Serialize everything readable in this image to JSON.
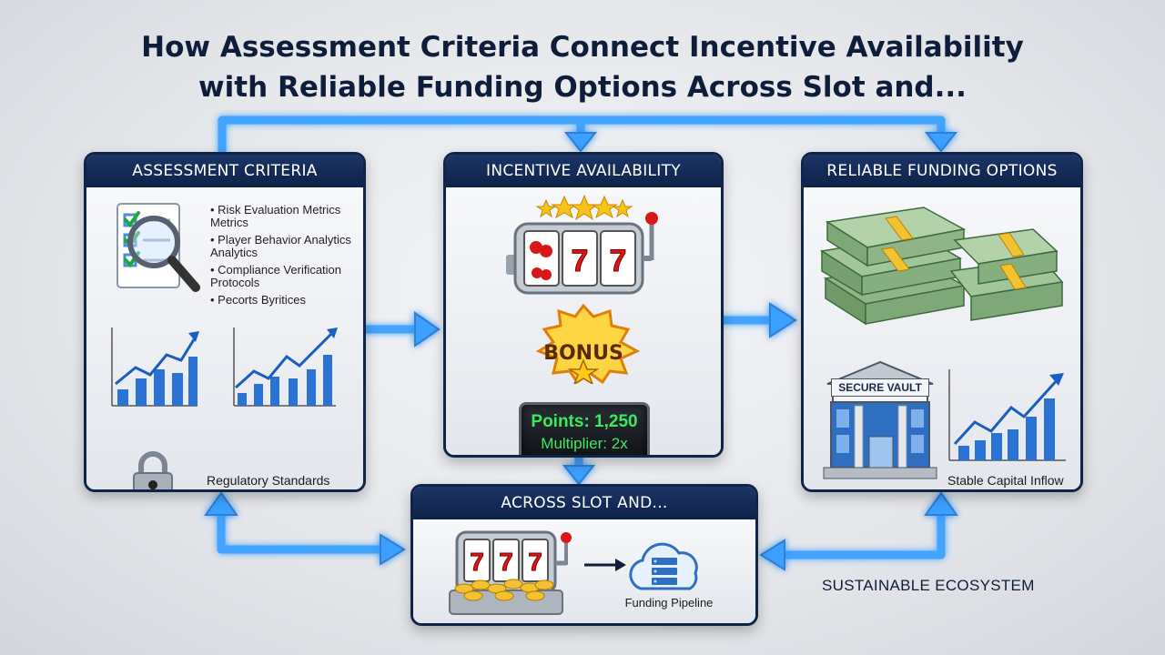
{
  "title": {
    "line1": "How Assessment Criteria Connect Incentive Availability",
    "line2": "with Reliable Funding Options Across Slot and..."
  },
  "panels": {
    "assessment": {
      "header": "ASSESSMENT CRITERIA",
      "bullets": [
        "Risk Evaluation Metrics Metrics",
        "Player Behavior Analytics Analytics",
        "Compliance Verification Protocols",
        "Pecorts Byritices"
      ],
      "caption": "Regulatory Standards"
    },
    "incentive": {
      "header": "INCENTIVE AVAILABILITY",
      "bonus_label": "BONUS",
      "points_text": "Points: 1,250",
      "multiplier_text": "Multiplier: 2x"
    },
    "funding": {
      "header": "RELIABLE FUNDING OPTIONS",
      "vault_sign": "SECURE VAULT",
      "caption": "Stable Capital Inflow"
    },
    "slot": {
      "header": "ACROSS SLOT AND...",
      "pipeline_caption": "Funding Pipeline"
    }
  },
  "ecosystem_label": "SUSTAINABLE ECOSYSTEM",
  "colors": {
    "navy": "#0f2548",
    "arrow_blue": "#3aa0ff",
    "bonus_gold": "#f2c21a",
    "screen_green": "#35e05a"
  }
}
